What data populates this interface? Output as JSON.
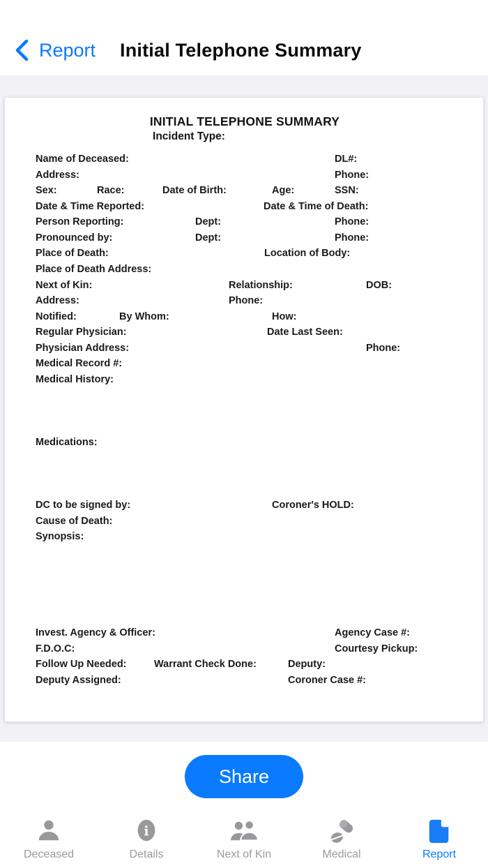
{
  "nav": {
    "back_label": "Report",
    "title": "Initial Telephone Summary"
  },
  "document": {
    "title": "INITIAL TELEPHONE SUMMARY",
    "subtitle_label": "Incident Type:",
    "fields": {
      "name_of_deceased": "Name of Deceased:",
      "dl": "DL#:",
      "address": "Address:",
      "phone": "Phone:",
      "sex": "Sex:",
      "race": "Race:",
      "date_of_birth": "Date of Birth:",
      "age": "Age:",
      "ssn": "SSN:",
      "date_time_reported": "Date & Time Reported:",
      "date_time_of_death": "Date & Time of Death:",
      "person_reporting": "Person Reporting:",
      "dept": "Dept:",
      "pronounced_by": "Pronounced by:",
      "place_of_death": "Place of Death:",
      "location_of_body": "Location of Body:",
      "place_of_death_address": "Place of Death Address:",
      "next_of_kin": "Next of Kin:",
      "relationship": "Relationship:",
      "dob": "DOB:",
      "notified": "Notified:",
      "by_whom": "By Whom:",
      "how": "How:",
      "regular_physician": "Regular Physician:",
      "date_last_seen": "Date Last Seen:",
      "physician_address": "Physician Address:",
      "medical_record": "Medical Record #:",
      "medical_history": "Medical History:",
      "medications": "Medications:",
      "dc_signed_by": "DC to be signed by:",
      "coroners_hold": "Coroner's HOLD:",
      "cause_of_death": "Cause of Death:",
      "synopsis": "Synopsis:",
      "invest_agency_officer": "Invest. Agency & Officer:",
      "agency_case": "Agency Case #:",
      "fdoc": "F.D.O.C:",
      "courtesy_pickup": "Courtesy Pickup:",
      "follow_up_needed": "Follow Up Needed:",
      "warrant_check_done": "Warrant Check Done:",
      "deputy": "Deputy:",
      "deputy_assigned": "Deputy Assigned:",
      "coroner_case": "Coroner Case #:"
    }
  },
  "share": {
    "label": "Share"
  },
  "tabbar": {
    "items": [
      {
        "label": "Deceased",
        "icon": "person-icon",
        "active": false
      },
      {
        "label": "Details",
        "icon": "info-icon",
        "active": false
      },
      {
        "label": "Next of Kin",
        "icon": "people-icon",
        "active": false
      },
      {
        "label": "Medical",
        "icon": "pills-icon",
        "active": false
      },
      {
        "label": "Report",
        "icon": "document-icon",
        "active": true
      }
    ]
  },
  "colors": {
    "accent_blue": "#0a7aff",
    "inactive_gray": "#9a9aa0",
    "background_gray": "#f1f1f6",
    "text_dark": "#1a1a1a"
  }
}
